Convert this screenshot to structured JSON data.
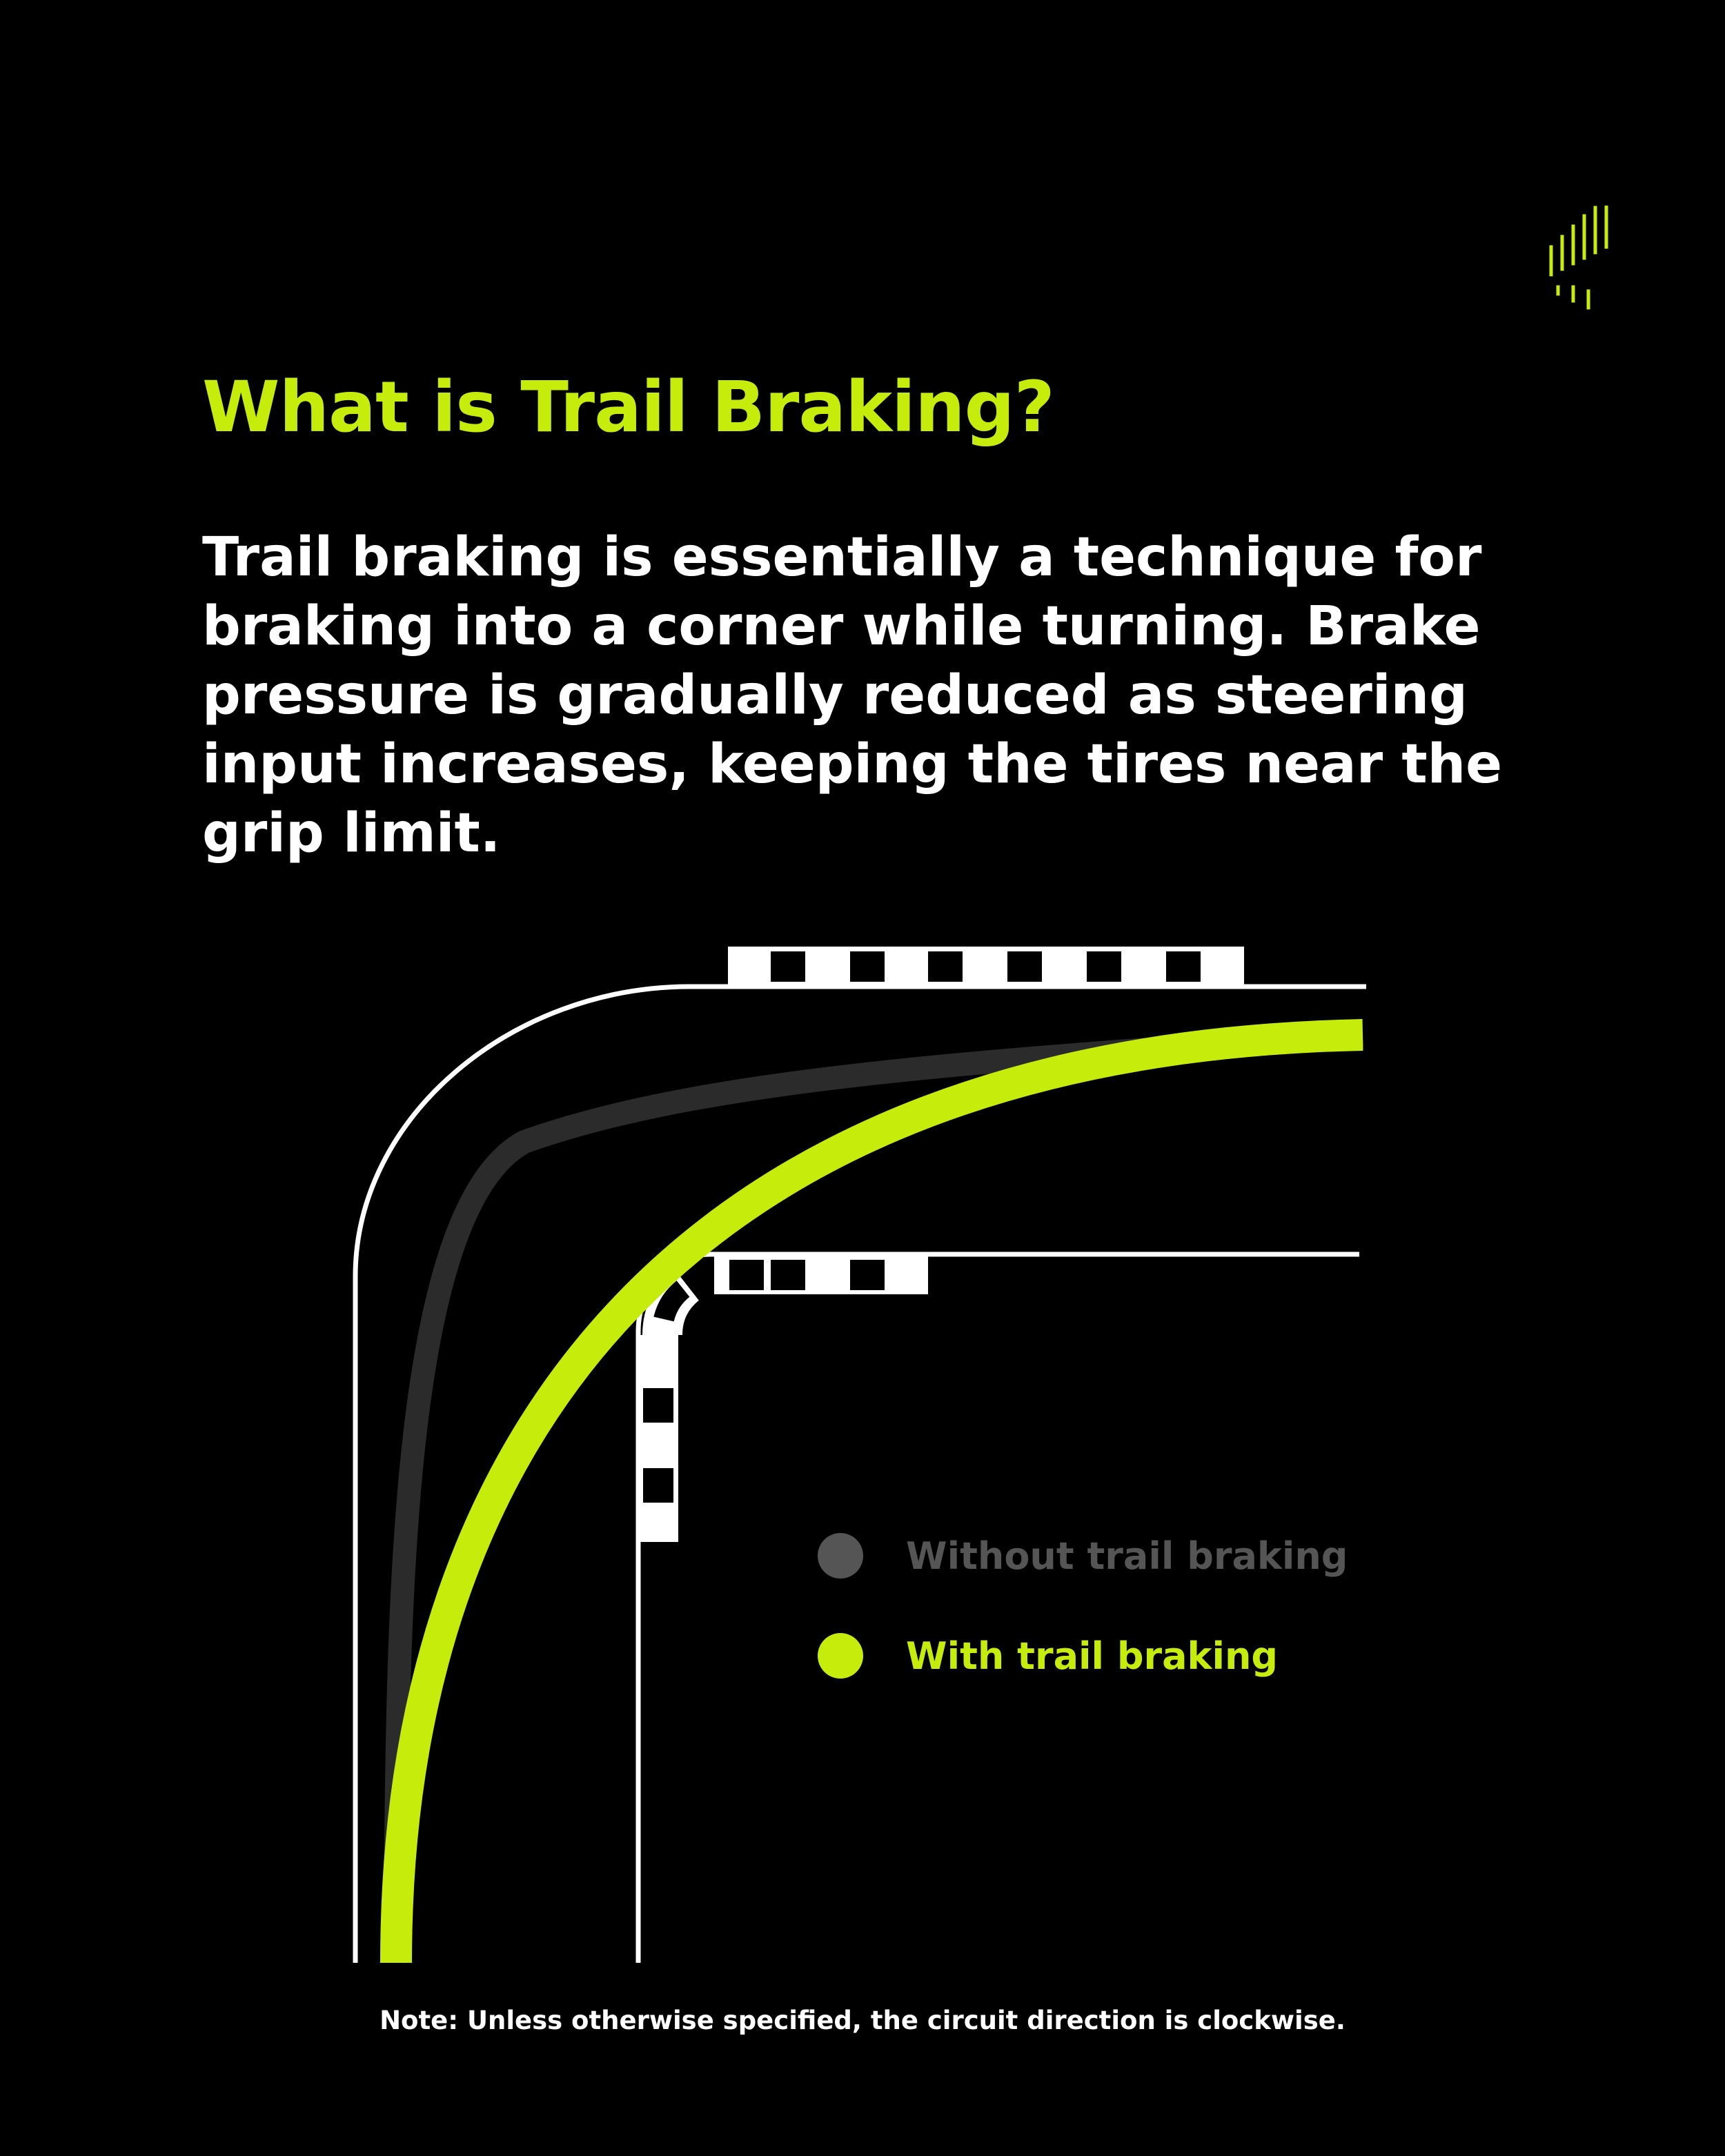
{
  "title": "What is Trail Braking?",
  "description": "Trail braking is essentially a technique for braking into a corner while turning. Brake pressure is gradually reduced as steering input increases, keeping the tires near the grip limit.",
  "legend": {
    "without": "Without trail braking",
    "with": "With trail braking"
  },
  "note": "Note: Unless otherwise specified, the circuit direction is clockwise.",
  "colors": {
    "accent": "#c6ec0c",
    "without_line": "#2b2b2b",
    "without_dot": "#555555",
    "without_text": "#555555",
    "track": "#ffffff",
    "background": "#000000"
  },
  "logo_icon": "striped-flag-logo-icon"
}
